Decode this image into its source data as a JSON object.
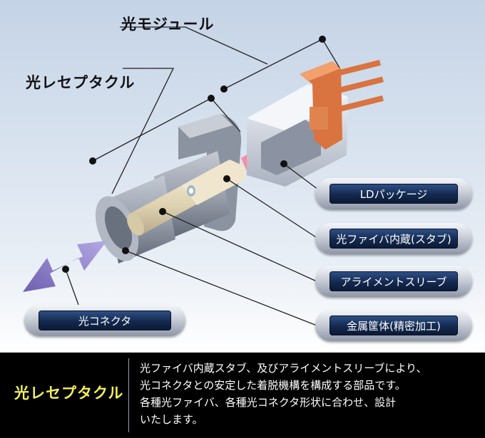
{
  "labels": {
    "module": "光モジュール",
    "receptacle": "光レセプタクル"
  },
  "callouts": [
    {
      "id": "ld_package",
      "text": "LDパッケージ"
    },
    {
      "id": "stub",
      "text": "光ファイバ内蔵(スタブ)"
    },
    {
      "id": "sleeve",
      "text": "アライメントスリーブ"
    },
    {
      "id": "housing",
      "text": "金属筐体(精密加工)"
    },
    {
      "id": "connector",
      "text": "光コネクタ"
    }
  ],
  "footer": {
    "title": "光レセプタクル",
    "lines": [
      "光ファイバ内蔵スタブ、及びアライメントスリーブにより、",
      "光コネクタとの安定した着脱機構を構成する部品です。",
      "各種光ファイバ、各種光コネクタ形状に合わせ、設計",
      "いたします。"
    ]
  },
  "colors": {
    "background_top": "#c4d3e6",
    "background_bottom": "#ffffff",
    "housing_gray": "#9aa1ad",
    "ld_package_light": "#e4e8ef",
    "ld_pins_orange": "#d9733f",
    "ferrule_cream": "#e6dcc0",
    "beam_red": "#e8324a",
    "arrow_purple": "#8c7cc4",
    "pill_navy": "#14294f",
    "footer_bg": "#000000",
    "footer_title": "#f2ef5a"
  }
}
